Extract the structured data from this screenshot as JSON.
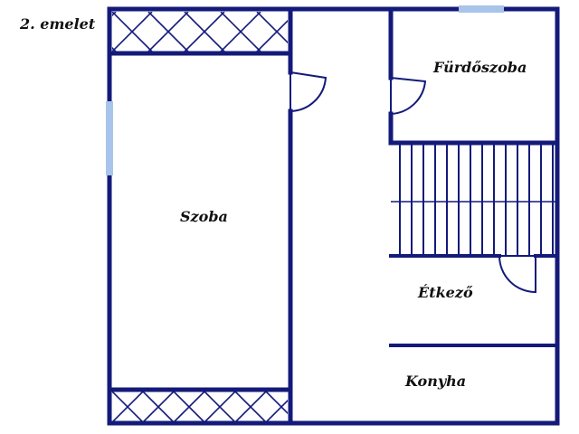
{
  "floor_label": "2. emelet",
  "rooms": {
    "szoba": "Szoba",
    "furdoszoba": "Fürdőszoba",
    "etkezo": "Étkező",
    "konyha": "Konyha"
  },
  "colors": {
    "wall": "#141a7a",
    "window": "#a9c4ea",
    "background": "#ffffff",
    "text": "#111111"
  }
}
